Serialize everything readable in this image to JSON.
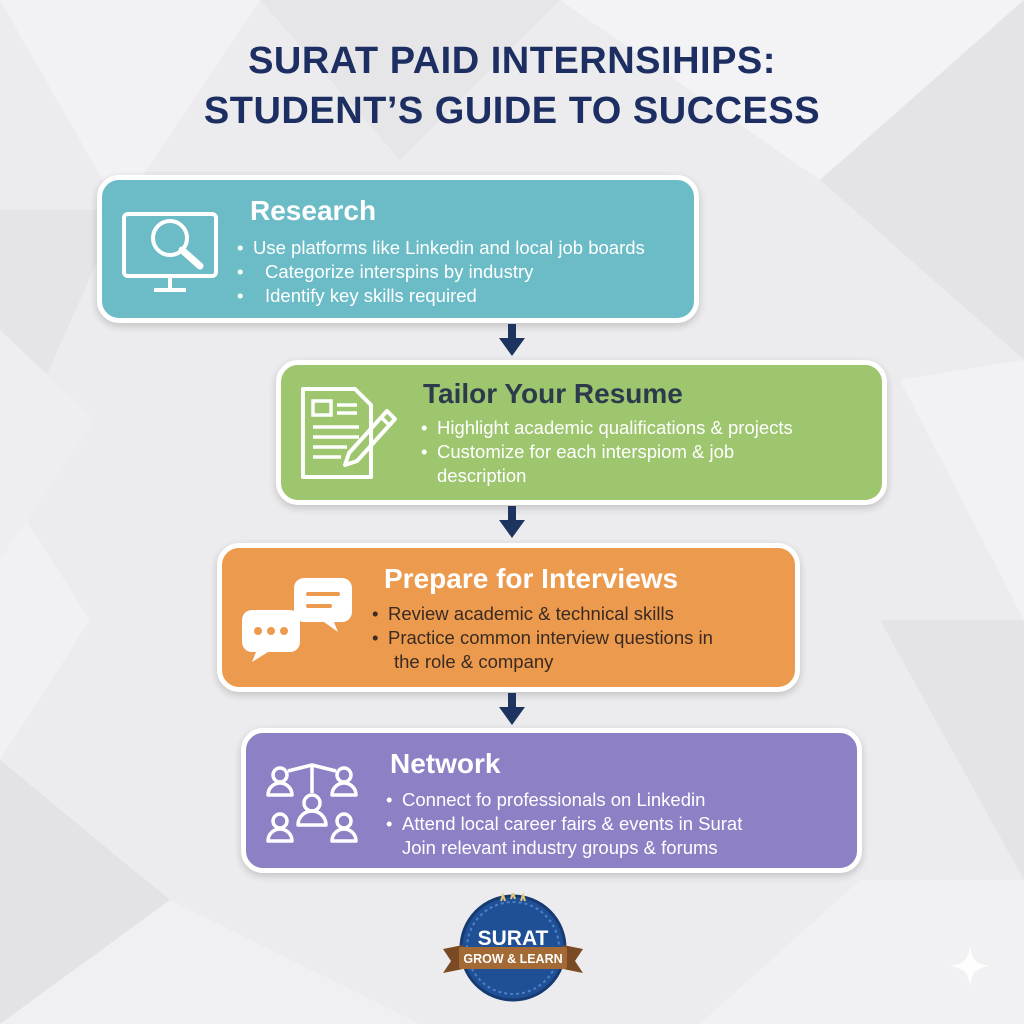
{
  "title": {
    "line1": "SURAT PAID INTERNSIHIPS:",
    "line2": "STUDENT’S GUIDE TO SUCCESS"
  },
  "steps": [
    {
      "heading": "Research",
      "icon": "monitor-magnifier-icon",
      "color": "#6bbcc7",
      "bullets": [
        "Use platforms like Linkedin and local job boards",
        "Categorize interspins by industry",
        "Identify key skills required"
      ]
    },
    {
      "heading": "Tailor Your Resume",
      "icon": "document-pencil-icon",
      "color": "#9dc66f",
      "bullets": [
        "Highlight academic qualifications & projects",
        "Customize for each interspiom & job",
        "description"
      ]
    },
    {
      "heading": "Prepare for Interviews",
      "icon": "speech-bubbles-icon",
      "color": "#ec9a4e",
      "bullets": [
        "Review academic & technical skills",
        "Practice common interview questions in",
        "the role & company"
      ]
    },
    {
      "heading": "Network",
      "icon": "people-network-icon",
      "color": "#8d80c4",
      "bullets": [
        "Connect fo professionals on Linkedin",
        "Attend local career fairs & events in Surat",
        "Join relevant industry groups & forums"
      ]
    }
  ],
  "badge": {
    "title": "SURAT",
    "ribbon": "GROW & LEARN"
  },
  "colors": {
    "title": "#1d2f62",
    "arrow": "#1d3461",
    "background": "#ececee"
  }
}
